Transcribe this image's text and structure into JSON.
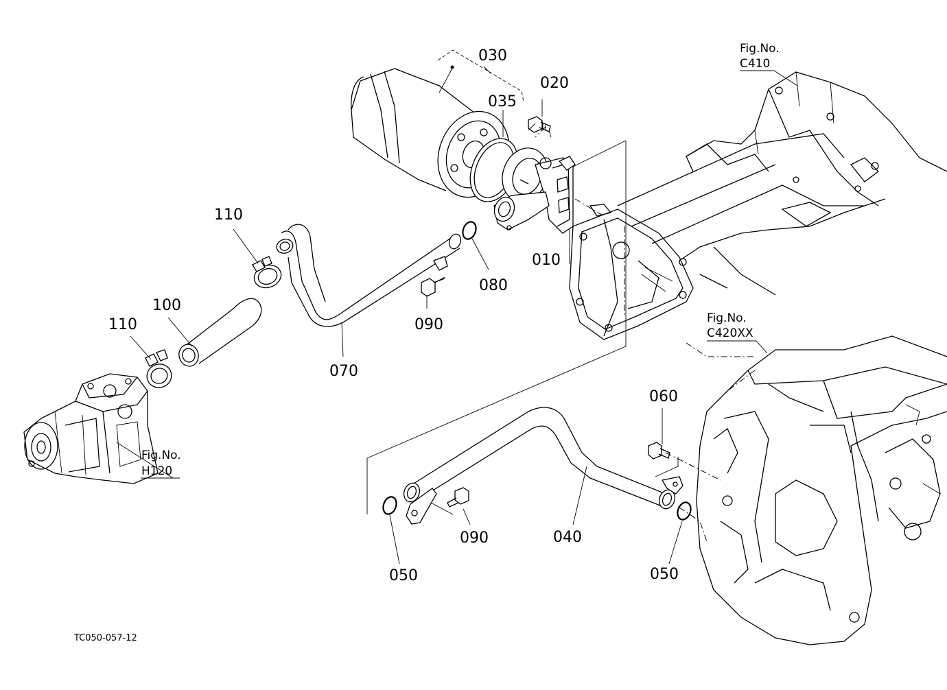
{
  "parts": [
    {
      "key": "p030",
      "label": "030"
    },
    {
      "key": "p035",
      "label": "035"
    },
    {
      "key": "p020",
      "label": "020"
    },
    {
      "key": "p010",
      "label": "010"
    },
    {
      "key": "p080",
      "label": "080"
    },
    {
      "key": "p090a",
      "label": "090"
    },
    {
      "key": "p110a",
      "label": "110"
    },
    {
      "key": "p100",
      "label": "100"
    },
    {
      "key": "p110b",
      "label": "110"
    },
    {
      "key": "p070",
      "label": "070"
    },
    {
      "key": "p060",
      "label": "060"
    },
    {
      "key": "p040",
      "label": "040"
    },
    {
      "key": "p090b",
      "label": "090"
    },
    {
      "key": "p050a",
      "label": "050"
    },
    {
      "key": "p050b",
      "label": "050"
    }
  ],
  "references": [
    {
      "key": "c410",
      "line1": "Fig.No.",
      "line2": "C410"
    },
    {
      "key": "c420",
      "line1": "Fig.No.",
      "line2": "C420XX"
    },
    {
      "key": "h120",
      "line1": "Fig.No.",
      "line2": "H120"
    }
  ],
  "drawing_code": "TC050-057-12"
}
